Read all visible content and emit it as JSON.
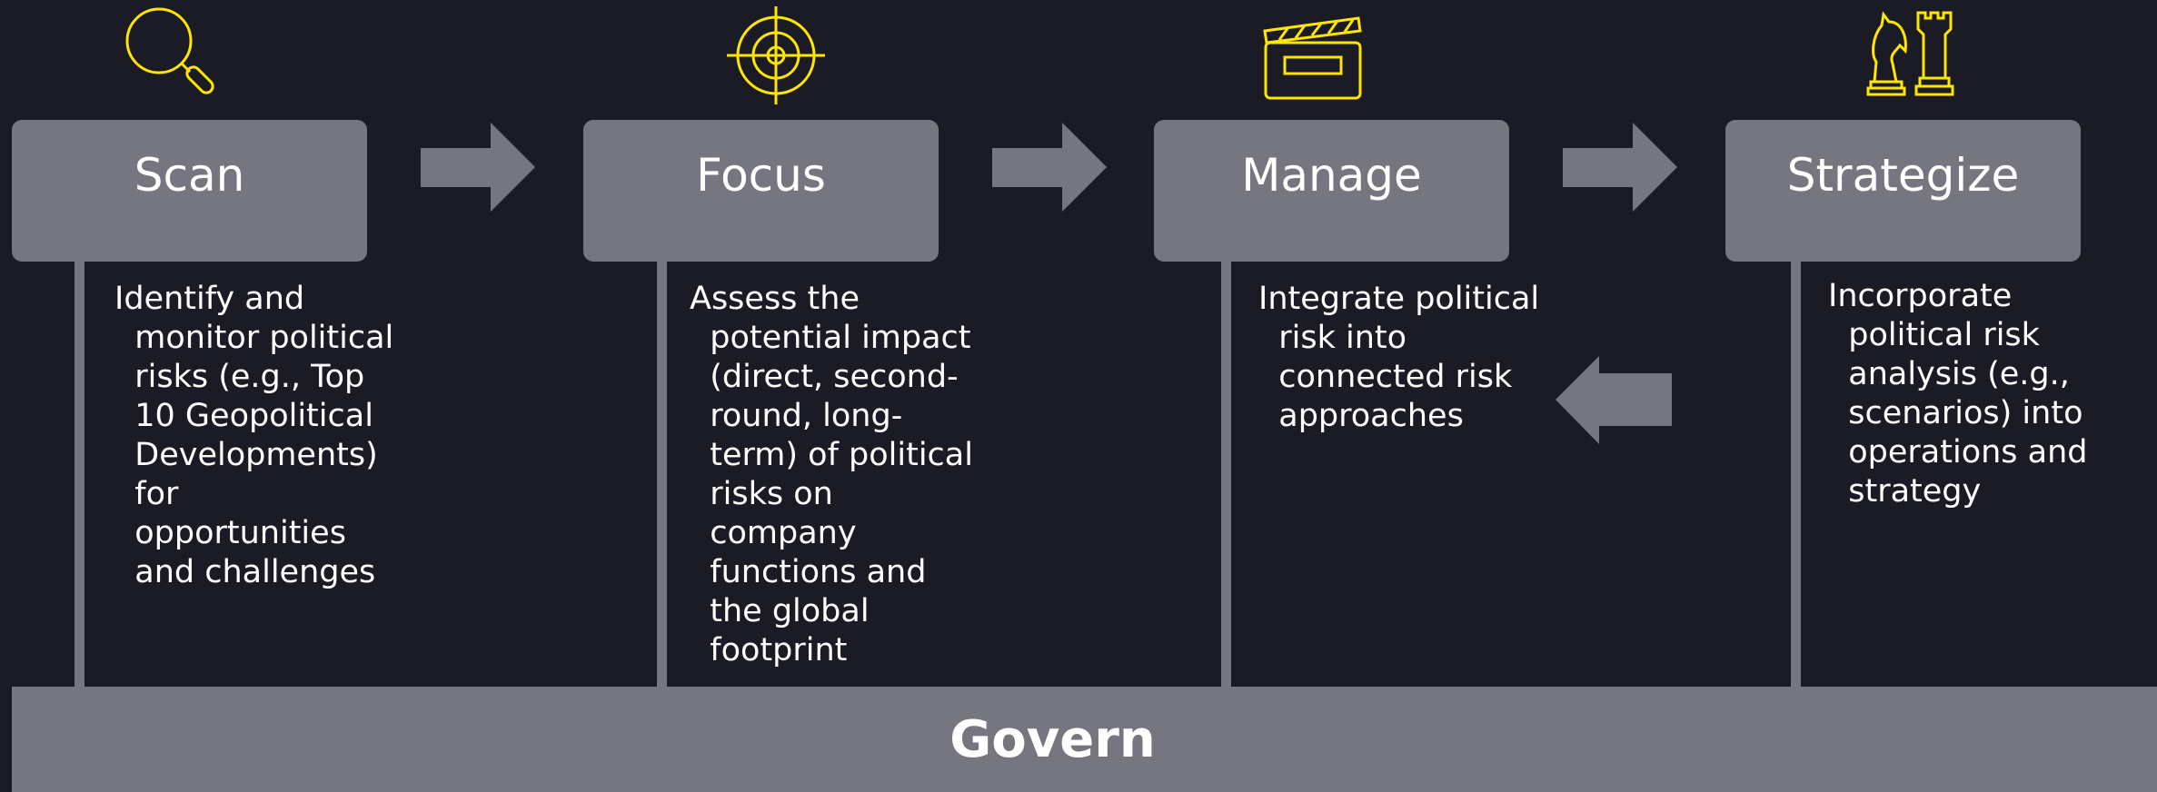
{
  "colors": {
    "background": "#1b1b25",
    "box": "#767680",
    "icon": "#ffe600",
    "text": "#ffffff"
  },
  "stages": [
    {
      "title": "Scan",
      "icon": "magnifier-icon",
      "description": "Identify and\n  monitor political\n  risks (e.g., Top\n  10 Geopolitical\n  Developments)\n  for\n  opportunities\n  and challenges"
    },
    {
      "title": "Focus",
      "icon": "target-icon",
      "description": "Assess the\n  potential impact\n  (direct, second-\n  round, long-\n  term) of political\n  risks on\n  company\n  functions and\n  the global\n  footprint"
    },
    {
      "title": "Manage",
      "icon": "clapperboard-icon",
      "description": "Integrate political\n  risk into\n  connected risk\n  approaches"
    },
    {
      "title": "Strategize",
      "icon": "chess-pieces-icon",
      "description": "Incorporate\n  political risk\n  analysis (e.g.,\n  scenarios) into\n  operations and\n  strategy"
    }
  ],
  "govern": {
    "label": "Govern"
  }
}
